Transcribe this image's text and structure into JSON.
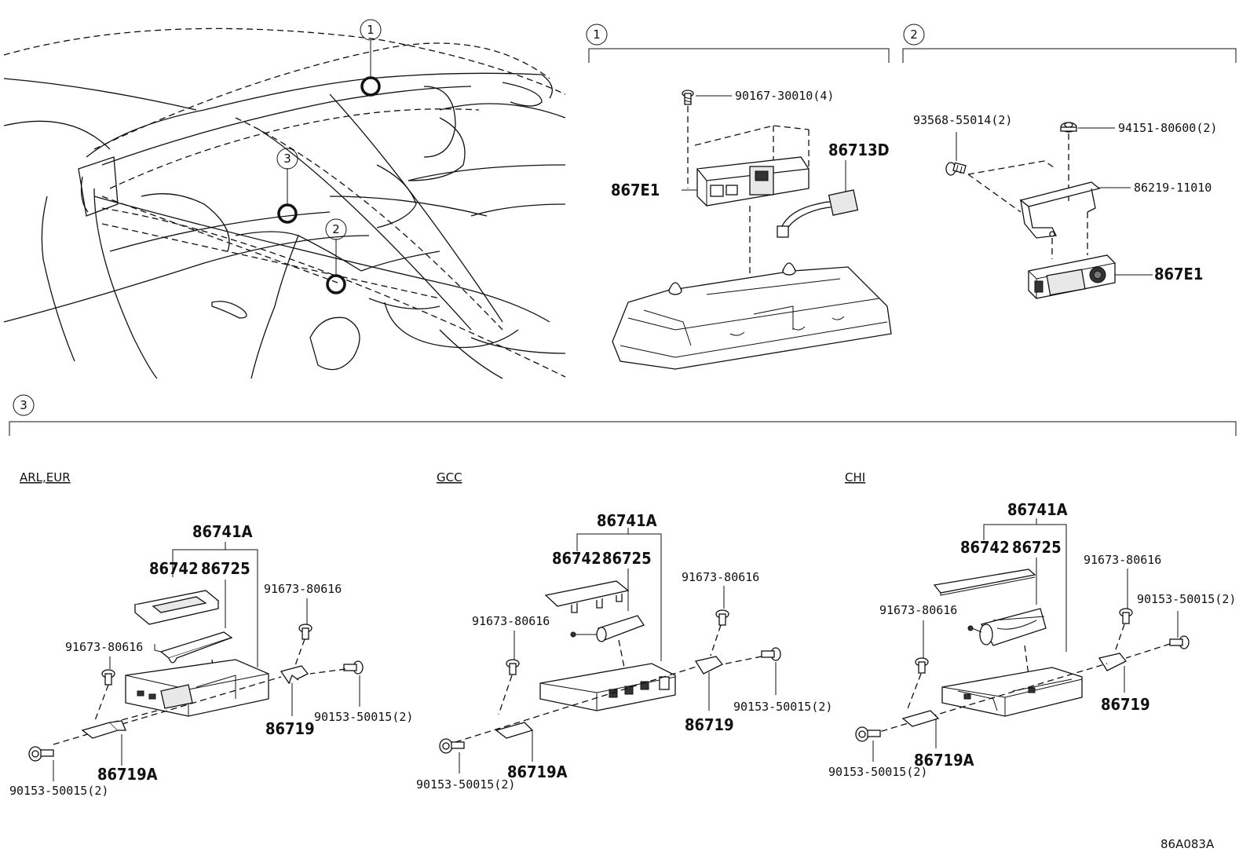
{
  "callouts": [
    "1",
    "2",
    "3"
  ],
  "section1": {
    "number": "1",
    "parts": {
      "screw": "90167-30010(4)",
      "harness": "86713D",
      "module": "867E1"
    }
  },
  "section2": {
    "number": "2",
    "parts": {
      "bolt": "93568-55014(2)",
      "nut": "94151-80600(2)",
      "bracket": "86219-11010",
      "unit": "867E1"
    }
  },
  "section3": {
    "number": "3",
    "variants": [
      {
        "region": "ARL,EUR",
        "assembly": "86741A",
        "cover": "86742",
        "module": "86725",
        "screw_left": "91673-80616",
        "screw_right": "91673-80616",
        "bolt_right": "90153-50015(2)",
        "bolt_left": "90153-50015(2)",
        "bracket_right": "86719",
        "bracket_left": "86719A"
      },
      {
        "region": "GCC",
        "assembly": "86741A",
        "cover": "86742",
        "module": "86725",
        "screw_left": "91673-80616",
        "screw_right": "91673-80616",
        "bolt_right": "90153-50015(2)",
        "bolt_left": "90153-50015(2)",
        "bracket_right": "86719",
        "bracket_left": "86719A"
      },
      {
        "region": "CHI",
        "assembly": "86741A",
        "cover": "86742",
        "module": "86725",
        "screw_left": "91673-80616",
        "screw_right": "91673-80616",
        "bolt_right": "90153-50015(2)",
        "bolt_left": "90153-50015(2)",
        "bracket_right": "86719",
        "bracket_left": "86719A"
      }
    ]
  },
  "diagram_code": "86A083A"
}
